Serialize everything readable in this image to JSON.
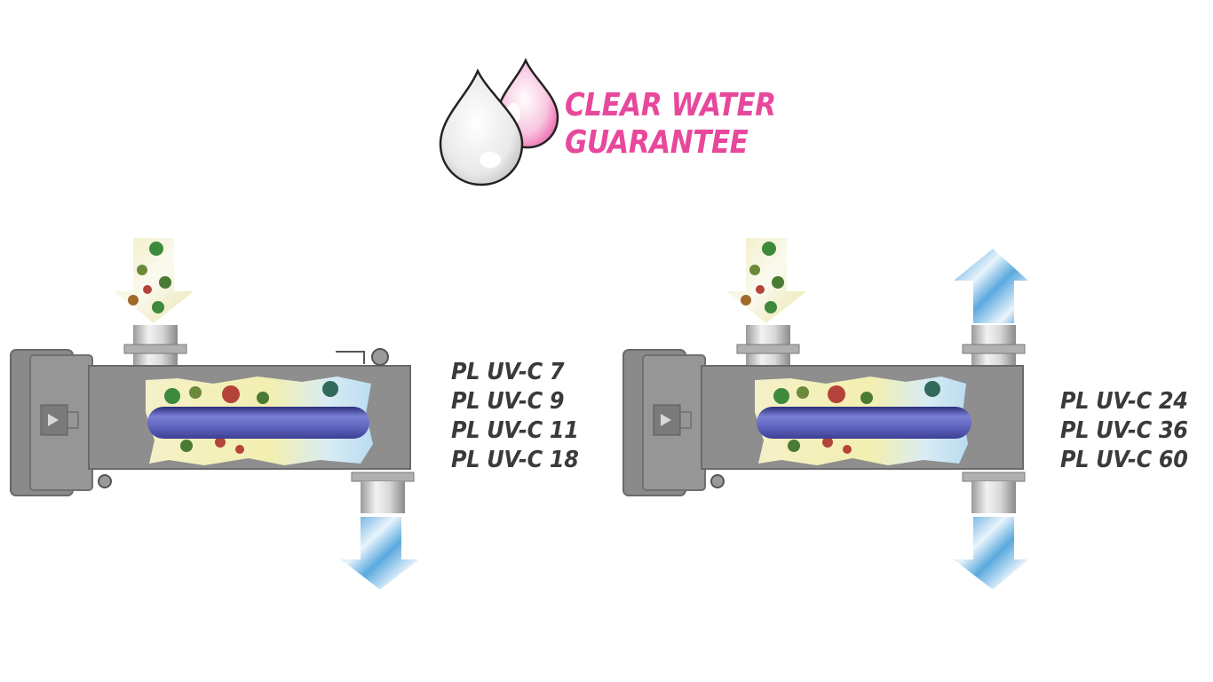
{
  "logo": {
    "line1": "CLEAR WATER",
    "line2": "GUARANTEE",
    "icon": "water-drops-icon",
    "accent_color": "#e8489c"
  },
  "left_unit": {
    "models": [
      "PL UV-C 7",
      "PL UV-C 9",
      "PL UV-C 11",
      "PL UV-C 18"
    ]
  },
  "right_unit": {
    "models": [
      "PL UV-C 24",
      "PL UV-C 36",
      "PL UV-C 60"
    ]
  },
  "colors": {
    "housing": "#8e8e8e",
    "housing_dark": "#6e6e6e",
    "lamp": "#5b5fb8",
    "clean_flow": "#3f97d6",
    "dirty_flow": "#e6e2a8",
    "text": "#3a3a3a"
  }
}
